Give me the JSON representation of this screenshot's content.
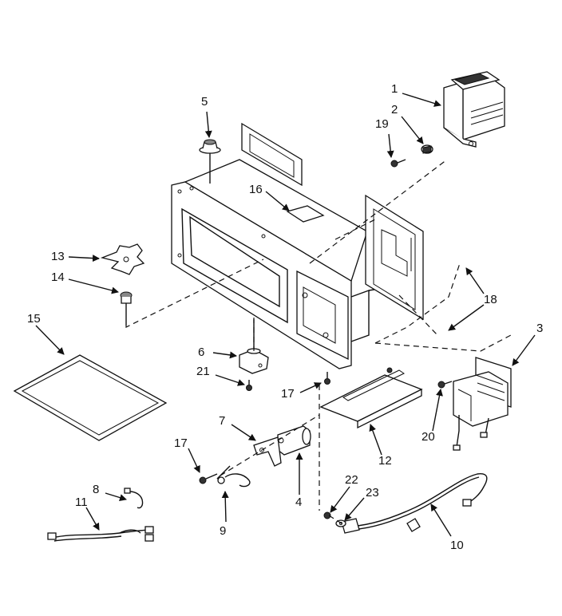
{
  "diagram": {
    "callouts": [
      {
        "id": "1",
        "label": "1"
      },
      {
        "id": "2",
        "label": "2"
      },
      {
        "id": "3",
        "label": "3"
      },
      {
        "id": "4",
        "label": "4"
      },
      {
        "id": "5",
        "label": "5"
      },
      {
        "id": "6",
        "label": "6"
      },
      {
        "id": "7",
        "label": "7"
      },
      {
        "id": "8",
        "label": "8"
      },
      {
        "id": "9",
        "label": "9"
      },
      {
        "id": "10",
        "label": "10"
      },
      {
        "id": "11",
        "label": "11"
      },
      {
        "id": "12",
        "label": "12"
      },
      {
        "id": "13",
        "label": "13"
      },
      {
        "id": "14",
        "label": "14"
      },
      {
        "id": "15",
        "label": "15"
      },
      {
        "id": "16",
        "label": "16"
      },
      {
        "id": "17a",
        "label": "17"
      },
      {
        "id": "17b",
        "label": "17"
      },
      {
        "id": "18",
        "label": "18"
      },
      {
        "id": "19",
        "label": "19"
      },
      {
        "id": "20",
        "label": "20"
      },
      {
        "id": "21",
        "label": "21"
      },
      {
        "id": "22",
        "label": "22"
      },
      {
        "id": "23",
        "label": "23"
      }
    ]
  }
}
